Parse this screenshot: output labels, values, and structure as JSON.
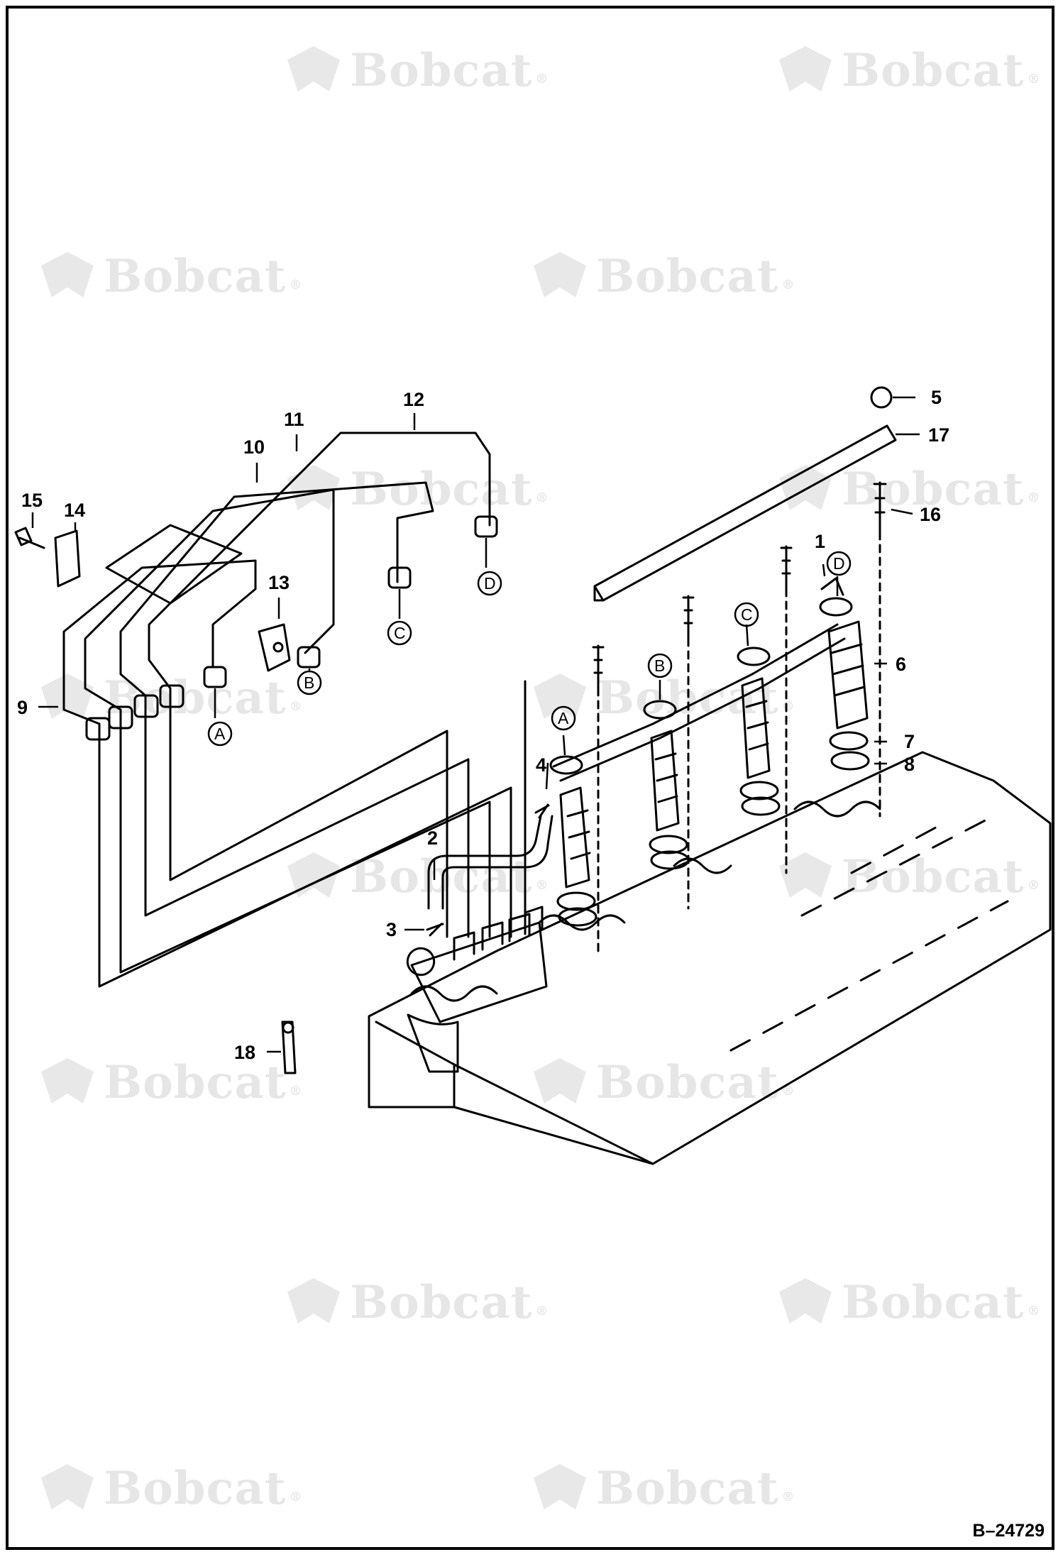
{
  "watermark": {
    "text": "Bobcat",
    "registered": "®"
  },
  "callouts": {
    "c1": "1",
    "c2": "2",
    "c3": "3",
    "c4": "4",
    "c5": "5",
    "c6": "6",
    "c7": "7",
    "c8": "8",
    "c9": "9",
    "c10": "10",
    "c11": "11",
    "c12": "12",
    "c13": "13",
    "c14": "14",
    "c15": "15",
    "c16": "16",
    "c17": "17",
    "c18": "18"
  },
  "connection_markers": {
    "A": "A",
    "B": "B",
    "C": "C",
    "D": "D"
  },
  "drawing_number": "B–24729",
  "colors": {
    "line": "#000000",
    "watermark": "#e6e6e6",
    "background": "#ffffff"
  }
}
